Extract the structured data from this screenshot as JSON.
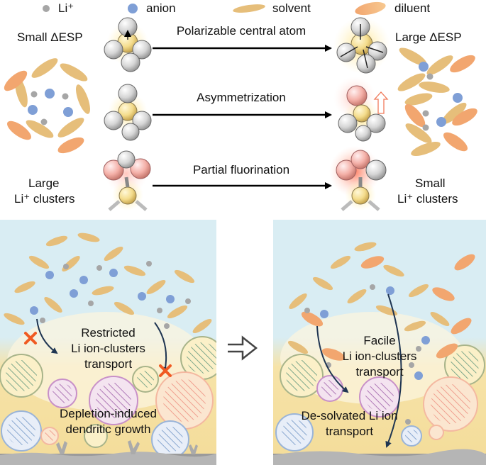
{
  "legend": [
    {
      "name": "li-dot",
      "label": "Li⁺",
      "color": "#a6a6a6"
    },
    {
      "name": "anion-dot",
      "label": "anion",
      "color": "#7f9fd6"
    },
    {
      "name": "solvent-shape",
      "label": "solvent",
      "color": "#e6be7a"
    },
    {
      "name": "diluent-shape",
      "label": "diluent",
      "color": "#f2a66f"
    }
  ],
  "top": {
    "left_top_label": "Small ΔESP",
    "left_bottom_label_1": "Large",
    "left_bottom_label_2": "Li⁺ clusters",
    "right_top_label": "Large ΔESP",
    "right_bottom_label_1": "Small",
    "right_bottom_label_2": "Li⁺ clusters",
    "strategies": [
      "Polarizable central atom",
      "Asymmetrization",
      "Partial fluorination"
    ]
  },
  "bottom_left": {
    "restricted_1": "Restricted",
    "restricted_2": "Li ion-clusters",
    "restricted_3": "transport",
    "depletion_1": "Depletion-induced",
    "depletion_2": "dendritic growth"
  },
  "bottom_right": {
    "facile_1": "Facile",
    "facile_2": "Li ion-clusters",
    "facile_3": "transport",
    "desolvated_1": "De-solvated Li ion",
    "desolvated_2": "transport"
  },
  "colors": {
    "li": "#a6a6a6",
    "anion": "#7f9fd6",
    "solvent": "#e6be7a",
    "diluent": "#f2a66f",
    "arrow": "#1f3552",
    "cross": "#f05a22",
    "electrolyte_top": "#d9edf3",
    "electrolyte_bottom": "#f4dc99"
  }
}
